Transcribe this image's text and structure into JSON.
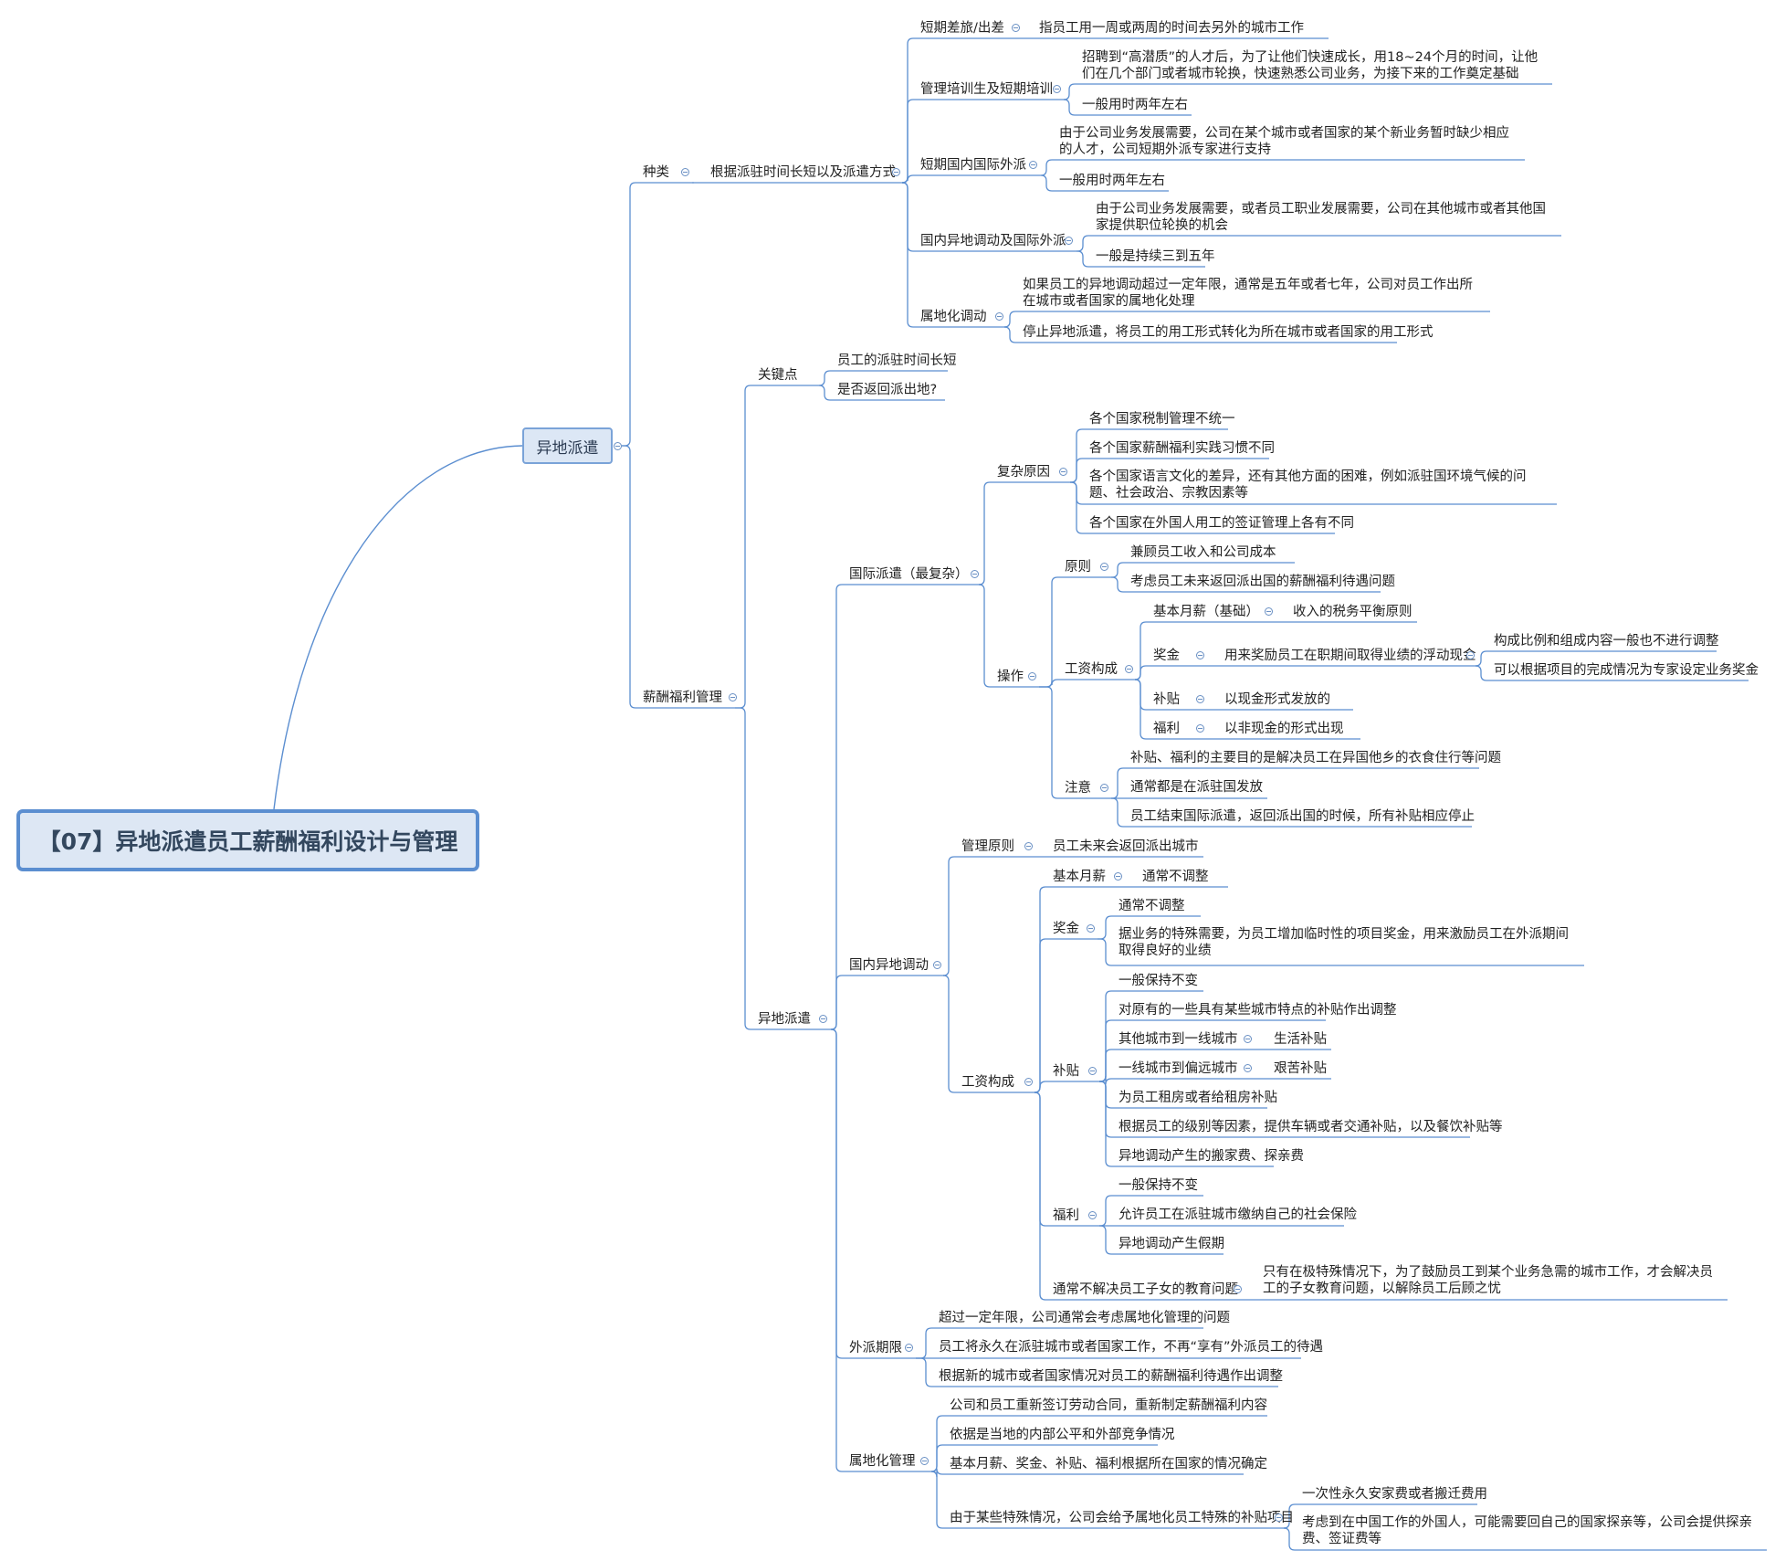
{
  "root": "【07】异地派遣员工薪酬福利设计与管理",
  "main": "异地派遣",
  "colors": {
    "line": "#5b8ed0",
    "text": "#222222",
    "toggle": "#6a90c4"
  },
  "branches": {
    "zhonglei": "种类",
    "zhonglei_sub": "根据派驻时间长短以及派遣方式",
    "duanqi_chai": "短期差旅/出差",
    "duanqi_chai_desc": "指员工用一周或两周的时间去另外的城市工作",
    "guanli_pei": "管理培训生及短期培训",
    "guanli_pei_desc": "招聘到“高潜质”的人才后，为了让他们快速成长，用18~24个月的时间，让他们在几个部门或者城市轮换，快速熟悉公司业务，为接下来的工作奠定基础",
    "guanli_pei_time": "一般用时两年左右",
    "duanqi_guo": "短期国内国际外派",
    "duanqi_guo_desc": "由于公司业务发展需要，公司在某个城市或者国家的某个新业务暂时缺少相应的人才，公司短期外派专家进行支持",
    "duanqi_guo_time": "一般用时两年左右",
    "guonei_yidi": "国内异地调动及国际外派",
    "guonei_yidi_desc": "由于公司业务发展需要，或者员工职业发展需要，公司在其他城市或者其他国家提供职位轮换的机会",
    "guonei_yidi_time": "一般是持续三到五年",
    "shudi": "属地化调动",
    "shudi_desc": "如果员工的异地调动超过一定年限，通常是五年或者七年，公司对员工作出所在城市或者国家的属地化处理",
    "shudi_stop": "停止异地派遣，将员工的用工形式转化为所在城市或者国家的用工形式",
    "xinchou": "薪酬福利管理",
    "guanjian": "关键点",
    "guanjian_1": "员工的派驻时间长短",
    "guanjian_2": "是否返回派出地?",
    "yidi": "异地派遣",
    "guoji": "国际派遣（最复杂）",
    "fuza": "复杂原因",
    "fuza_1": "各个国家税制管理不统一",
    "fuza_2": "各个国家薪酬福利实践习惯不同",
    "fuza_3": "各个国家语言文化的差异，还有其他方面的困难，例如派驻国环境气候的问题、社会政治、宗教因素等",
    "fuza_4": "各个国家在外国人用工的签证管理上各有不同",
    "caozuo": "操作",
    "yuanze": "原则",
    "yuanze_1": "兼顾员工收入和公司成本",
    "yuanze_2": "考虑员工未来返回派出国的薪酬福利待遇问题",
    "gongzi": "工资构成",
    "jiben": "基本月薪（基础）",
    "jiben_1": "收入的税务平衡原则",
    "jiangjin": "奖金",
    "jiangjin_1": "用来奖励员工在职期间取得业绩的浮动现金",
    "jiangjin_1a": "构成比例和组成内容一般也不进行调整",
    "jiangjin_1b": "可以根据项目的完成情况为专家设定业务奖金",
    "butie": "补贴",
    "butie_1": "以现金形式发放的",
    "fuli": "福利",
    "fuli_1": "以非现金的形式出现",
    "zhuyi": "注意",
    "zhuyi_1": "补贴、福利的主要目的是解决员工在异国他乡的衣食住行等问题",
    "zhuyi_2": "通常都是在派驻国发放",
    "zhuyi_3": "员工结束国际派遣，返回派出国的时候，所有补贴相应停止",
    "guonei": "国内异地调动",
    "gl_yuanze": "管理原则",
    "gl_yuanze_1": "员工未来会返回派出城市",
    "gz2": "工资构成",
    "jb2": "基本月薪",
    "jb2_1": "通常不调整",
    "jj2": "奖金",
    "jj2_1": "通常不调整",
    "jj2_2": "据业务的特殊需要，为员工增加临时性的项目奖金，用来激励员工在外派期间取得良好的业绩",
    "bt2": "补贴",
    "bt2_1": "一般保持不变",
    "bt2_2": "对原有的一些具有某些城市特点的补贴作出调整",
    "bt2_3": "其他城市到一线城市",
    "bt2_3a": "生活补贴",
    "bt2_4": "一线城市到偏远城市",
    "bt2_4a": "艰苦补贴",
    "bt2_5": "为员工租房或者给租房补贴",
    "bt2_6": "根据员工的级别等因素，提供车辆或者交通补贴，以及餐饮补贴等",
    "bt2_7": "异地调动产生的搬家费、探亲费",
    "fl2": "福利",
    "fl2_1": "一般保持不变",
    "fl2_2": "允许员工在派驻城市缴纳自己的社会保险",
    "fl2_3": "异地调动产生假期",
    "jiaoyu": "通常不解决员工子女的教育问题",
    "jiaoyu_1": "只有在极特殊情况下，为了鼓励员工到某个业务急需的城市工作，才会解决员工的子女教育问题，以解除员工后顾之忧",
    "qixian": "外派期限",
    "qixian_1": "超过一定年限，公司通常会考虑属地化管理的问题",
    "qixian_2": "员工将永久在派驻城市或者国家工作，不再“享有”外派员工的待遇",
    "qixian_3": "根据新的城市或者国家情况对员工的薪酬福利待遇作出调整",
    "shudihua": "属地化管理",
    "sd_1": "公司和员工重新签订劳动合同，重新制定薪酬福利内容",
    "sd_2": "依据是当地的内部公平和外部竞争情况",
    "sd_3": "基本月薪、奖金、补贴、福利根据所在国家的情况确定",
    "sd_4": "由于某些特殊情况，公司会给予属地化员工特殊的补贴项目",
    "sd_4a": "一次性永久安家费或者搬迁费用",
    "sd_4b": "考虑到在中国工作的外国人，可能需要回自己的国家探亲等，公司会提供探亲费、签证费等"
  }
}
